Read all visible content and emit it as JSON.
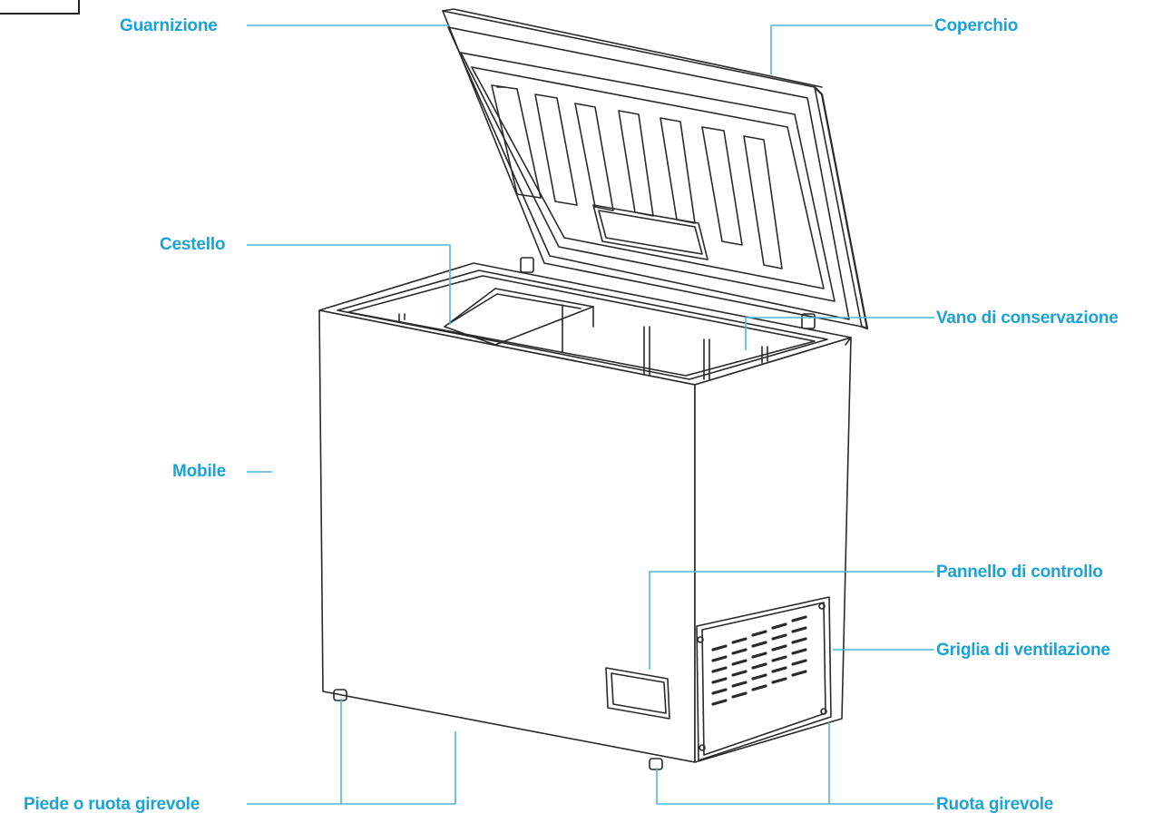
{
  "diagram": {
    "labels": {
      "guarnizione": "Guarnizione",
      "coperchio": "Coperchio",
      "cestello": "Cestello",
      "vano": "Vano di conservazione",
      "mobile": "Mobile",
      "pannello": "Pannello di controllo",
      "griglia": "Griglia di ventilazione",
      "piede": "Piede o ruota girevole",
      "ruota": "Ruota girevole"
    },
    "colors": {
      "label": "#1aa3d6",
      "leader_line": "#4fb7dc",
      "drawing": "#2a2a2a"
    }
  }
}
